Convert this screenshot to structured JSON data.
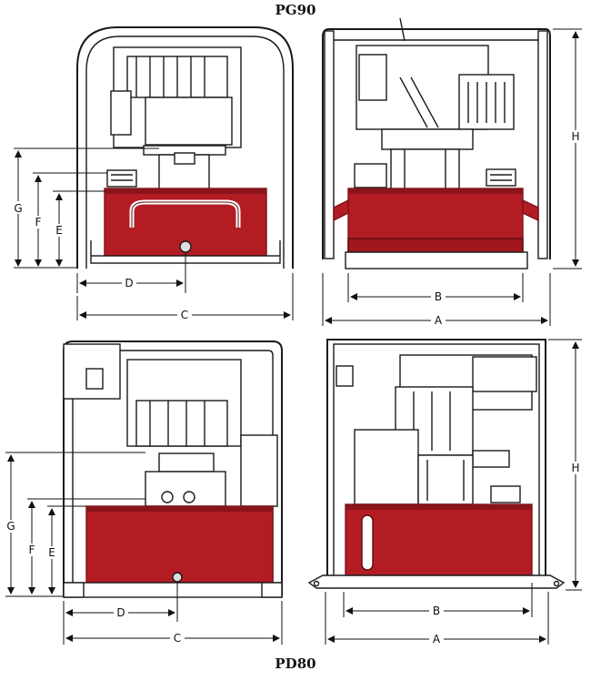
{
  "titles": {
    "top": "PG90",
    "bottom": "PD80"
  },
  "labels": {
    "a": "A",
    "b": "B",
    "c": "C",
    "d": "D",
    "e": "E",
    "f": "F",
    "g": "G",
    "h": "H"
  },
  "colors": {
    "tank": "#b41c24",
    "tank_dark": "#7e1117",
    "line": "#1a1a1a",
    "frame_fill": "#ffffff"
  }
}
